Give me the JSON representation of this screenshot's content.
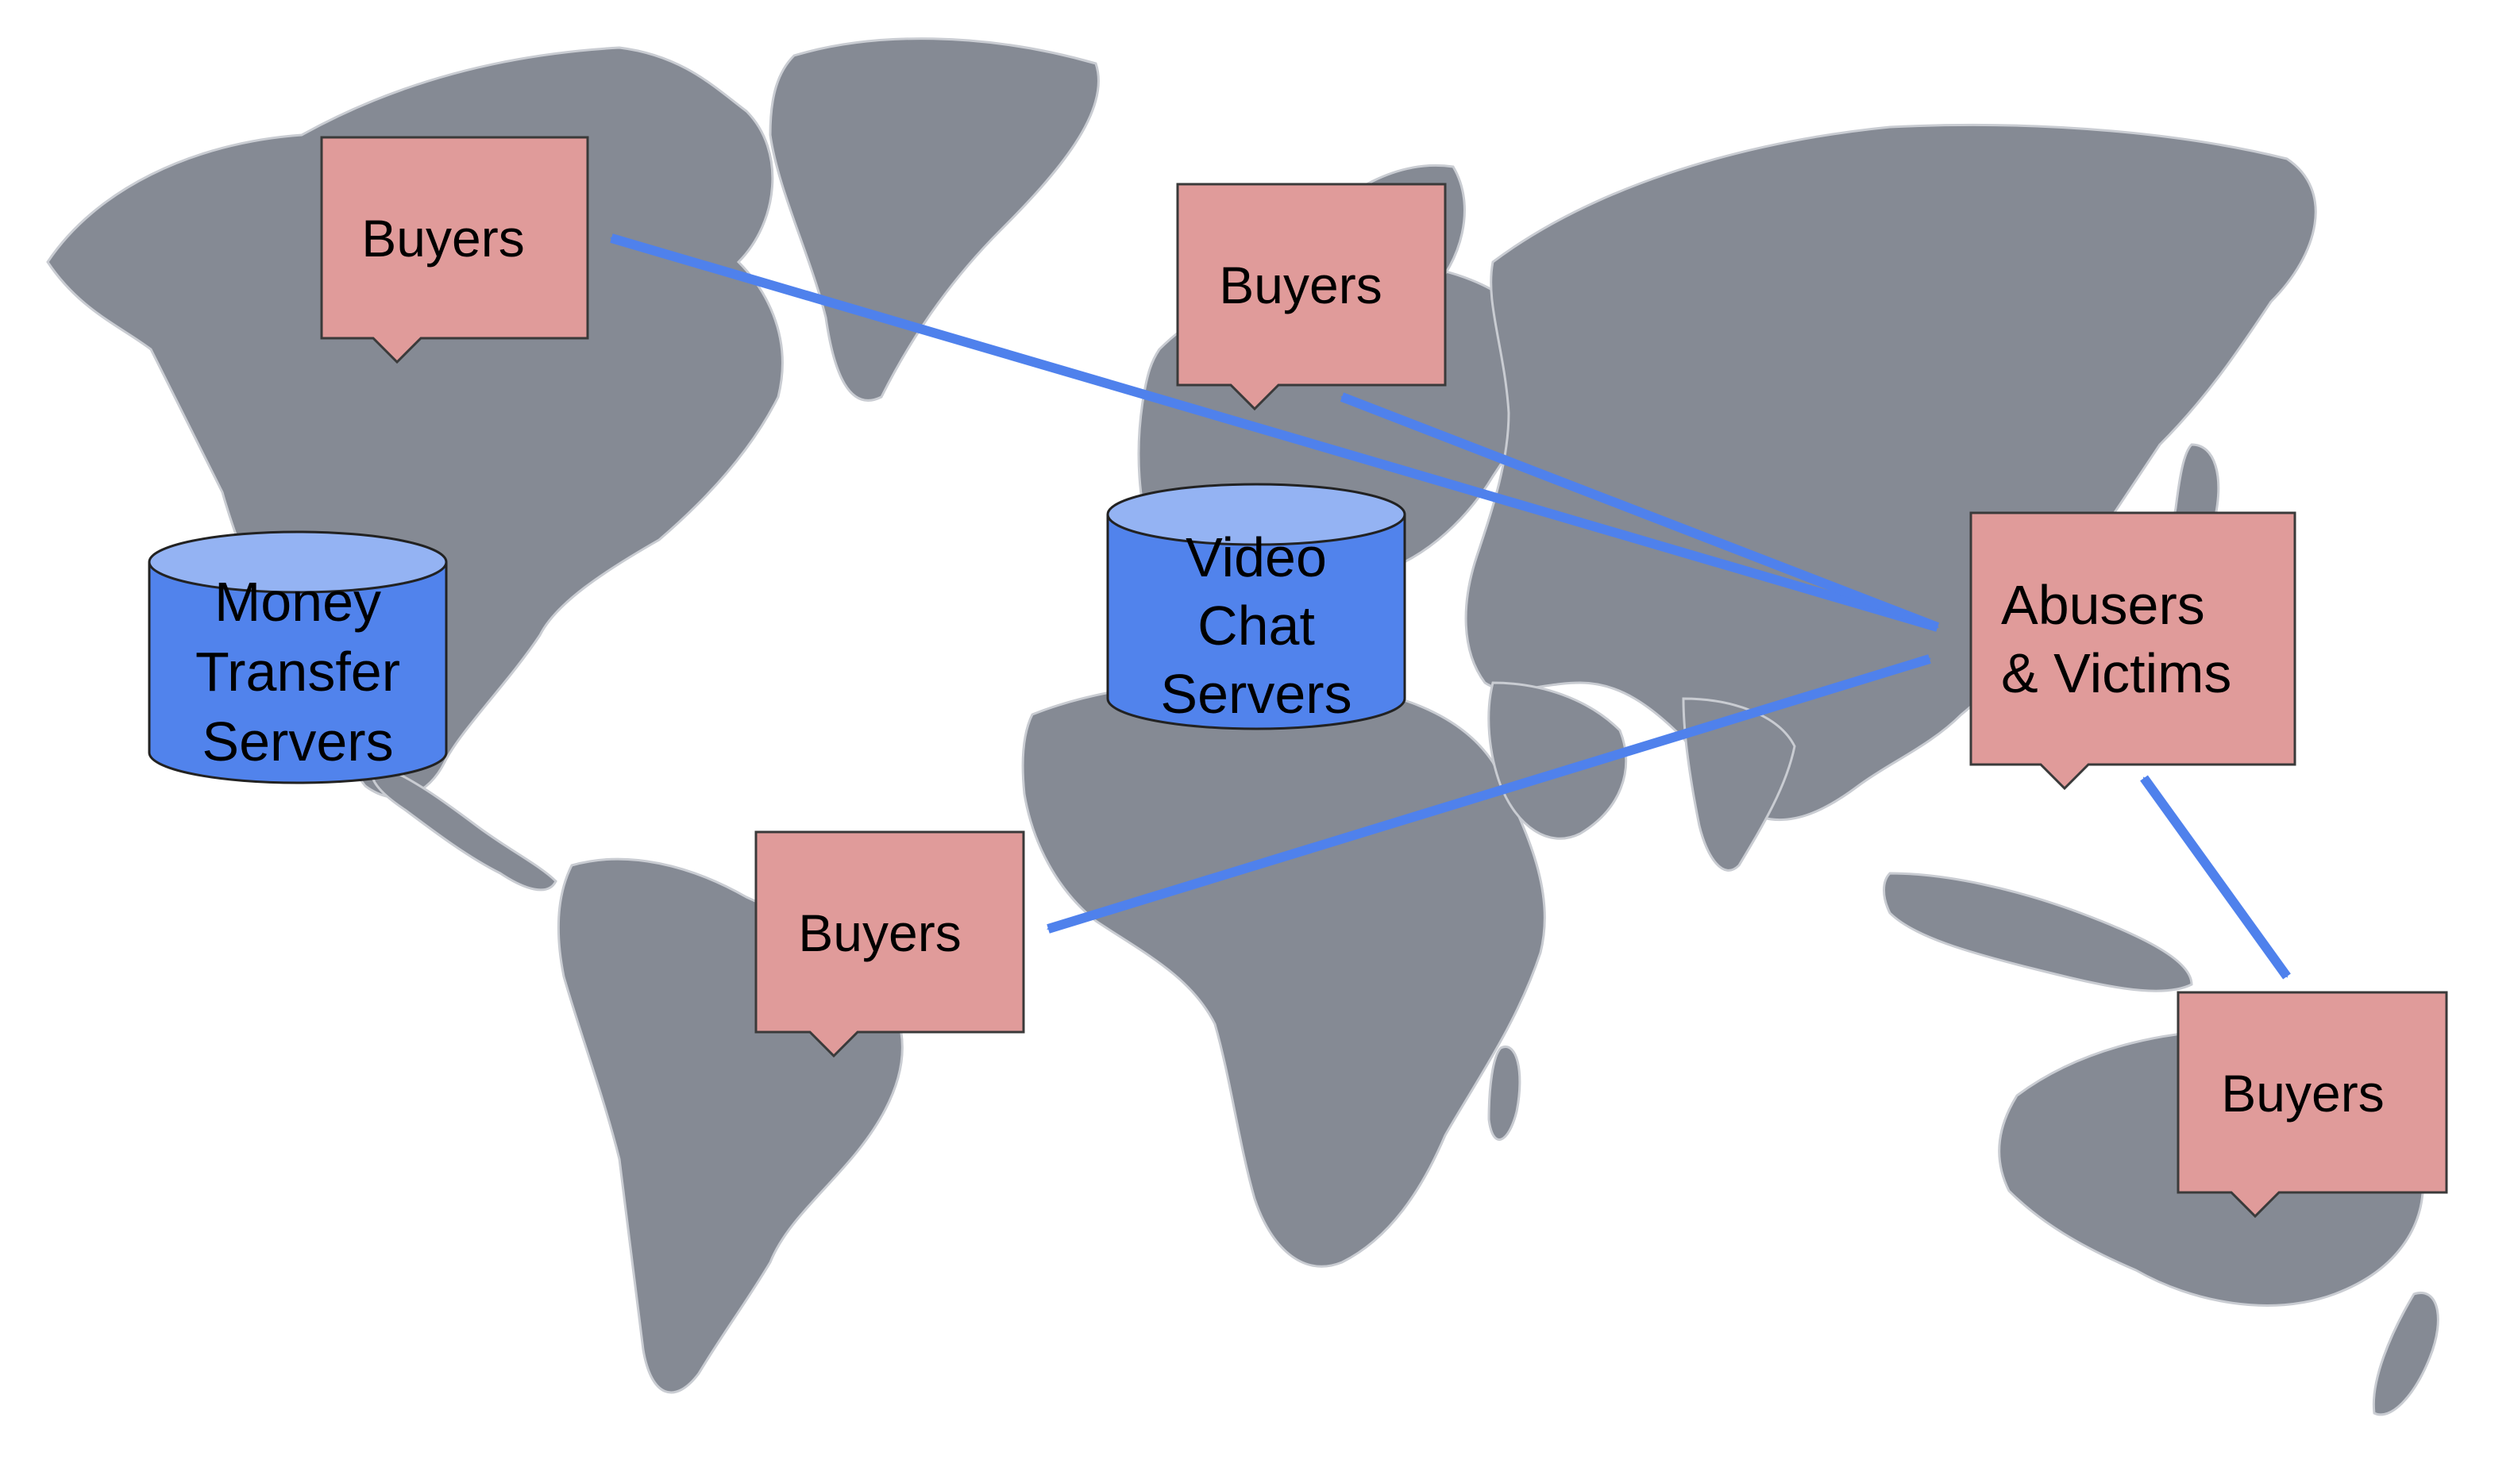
{
  "colors": {
    "map_land": "#858a94",
    "callout_fill": "#e09b9a",
    "callout_stroke": "#3a3a3a",
    "cylinder_fill": "#5183ec",
    "cylinder_top": "#94b3f3",
    "arrow": "#4f81ec",
    "text": "#000000"
  },
  "callouts": {
    "buyers_north_america": "Buyers",
    "buyers_europe": "Buyers",
    "buyers_south_america": "Buyers",
    "buyers_australia": "Buyers",
    "abusers_victims": [
      "Abusers",
      "& Victims"
    ]
  },
  "servers": {
    "money_transfer": [
      "Money",
      "Transfer",
      "Servers"
    ],
    "video_chat": [
      "Video",
      "Chat",
      "Servers"
    ]
  },
  "connections": [
    {
      "from": "abusers-victims",
      "to": "buyers-north-america",
      "direction": "both"
    },
    {
      "from": "abusers-victims",
      "to": "buyers-europe",
      "direction": "both"
    },
    {
      "from": "abusers-victims",
      "to": "buyers-south-america",
      "direction": "both"
    },
    {
      "from": "abusers-victims",
      "to": "buyers-australia",
      "direction": "both"
    }
  ]
}
